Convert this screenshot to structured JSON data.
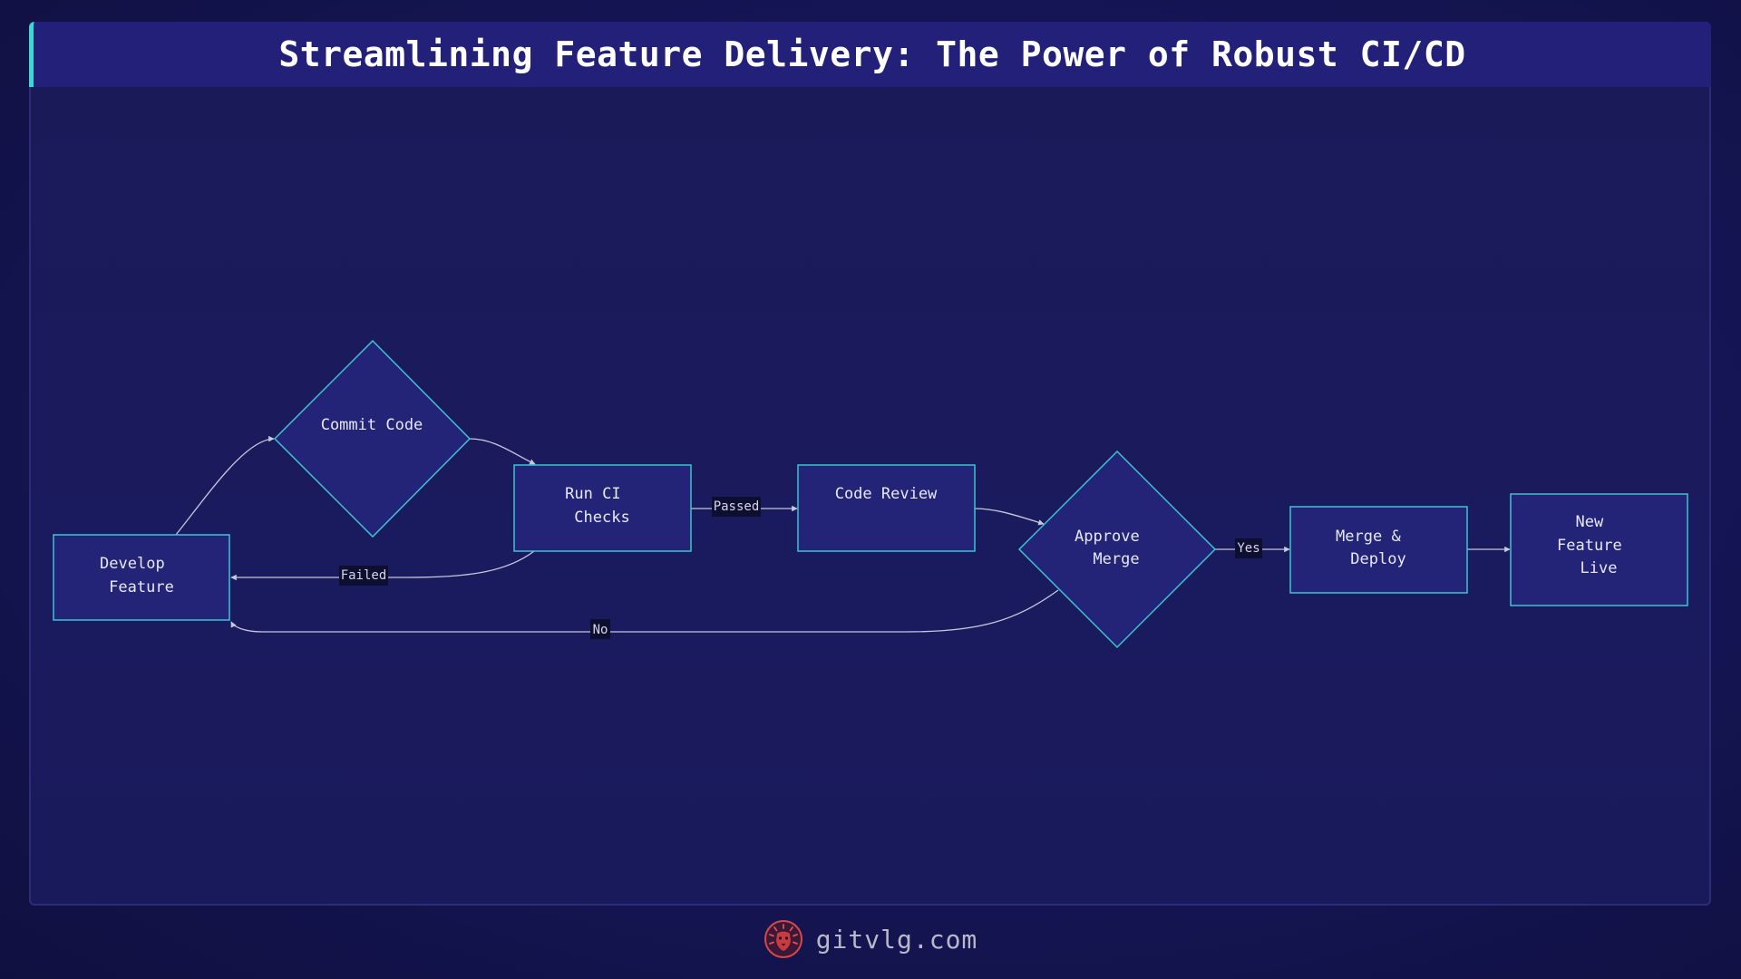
{
  "title": "Streamlining Feature Delivery: The Power of Robust CI/CD",
  "nodes": {
    "develop": {
      "lines": [
        "Develop",
        "Feature"
      ]
    },
    "commit": {
      "lines": [
        "Commit Code"
      ]
    },
    "ci": {
      "lines": [
        "Run CI",
        "Checks"
      ]
    },
    "review": {
      "lines": [
        "Code Review"
      ]
    },
    "approve": {
      "lines": [
        "Approve",
        "Merge"
      ]
    },
    "merge": {
      "lines": [
        "Merge &",
        "Deploy"
      ]
    },
    "live": {
      "lines": [
        "New",
        "Feature",
        "Live"
      ]
    }
  },
  "edge_labels": {
    "passed": "Passed",
    "failed": "Failed",
    "yes": "Yes",
    "no": "No"
  },
  "colors": {
    "node_fill": "#232378",
    "node_stroke": "#3dc4d0",
    "edge": "#c8c8dc",
    "label_bg": "#0e0e30",
    "accent": "#3dd6d0"
  },
  "footer": {
    "brand": "gitvlg.com",
    "logo_icon": "lion-logo-icon"
  }
}
